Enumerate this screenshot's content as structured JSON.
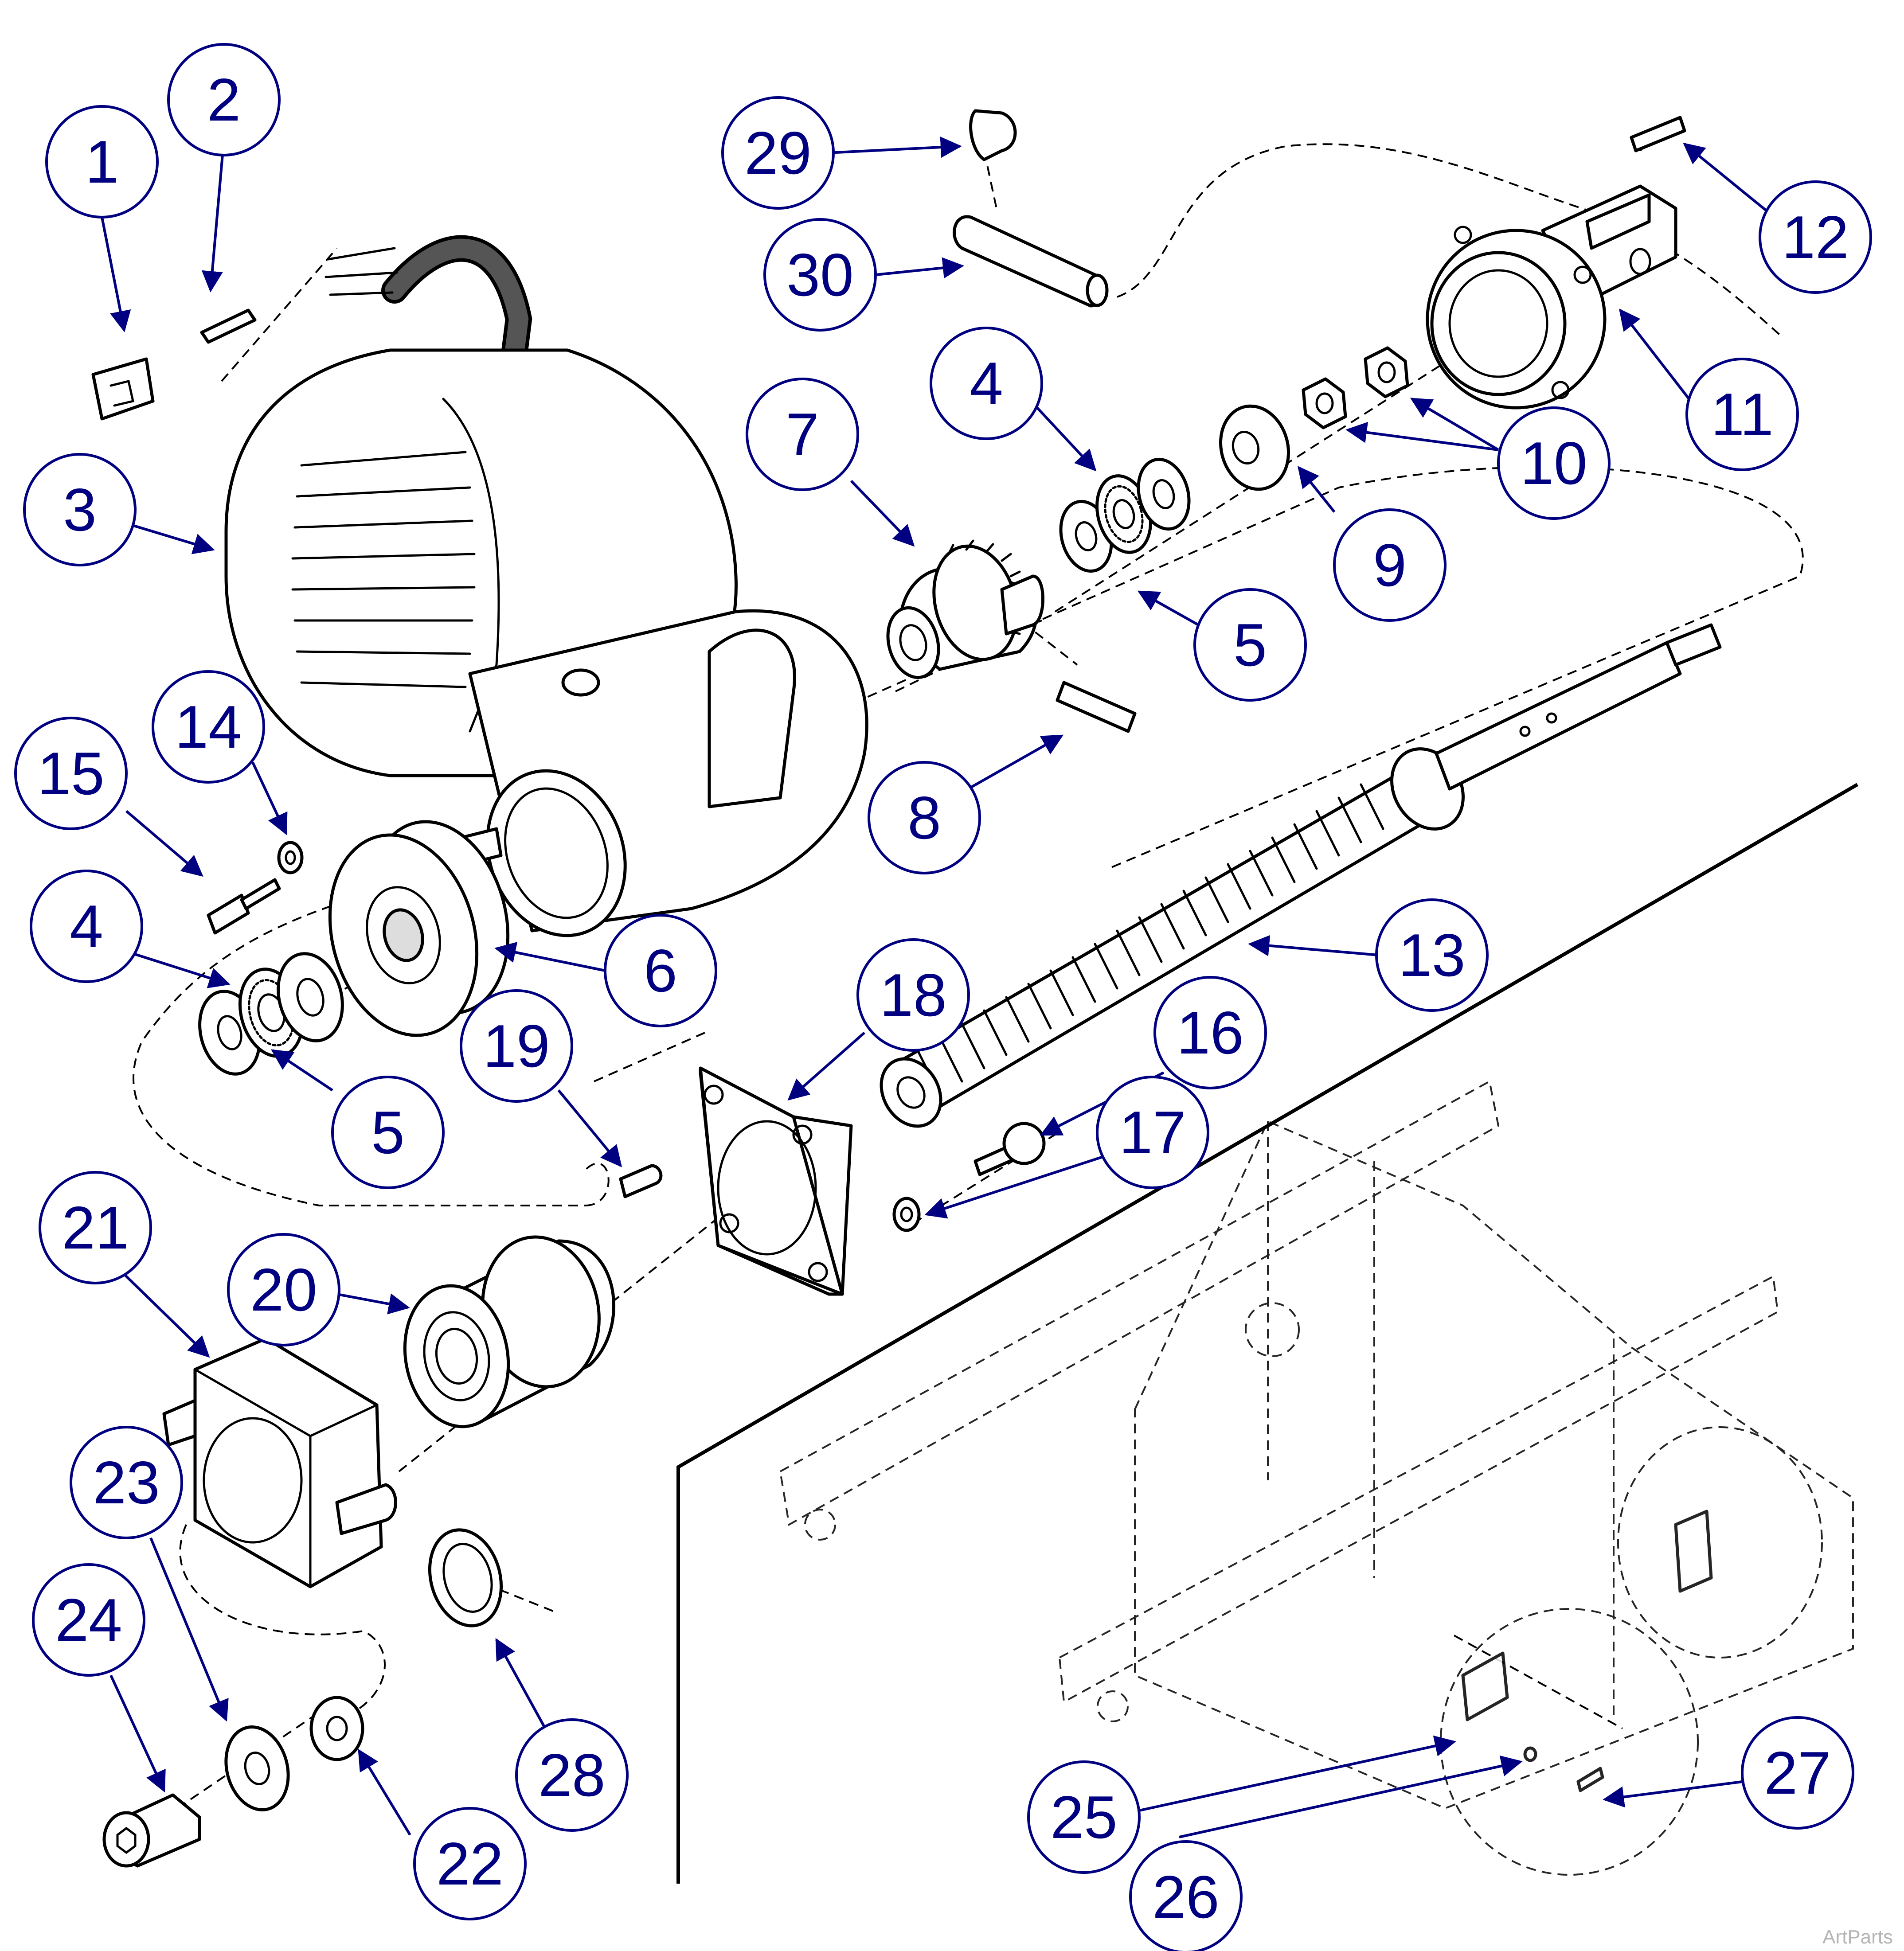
{
  "colors": {
    "callout": "#000080",
    "line": "#000000",
    "background": "#ffffff",
    "watermark": "#b5b5b5"
  },
  "watermark": "ArtParts",
  "callouts": [
    {
      "id": "1",
      "label": "1"
    },
    {
      "id": "2",
      "label": "2"
    },
    {
      "id": "3",
      "label": "3"
    },
    {
      "id": "4a",
      "label": "4"
    },
    {
      "id": "4b",
      "label": "4"
    },
    {
      "id": "5a",
      "label": "5"
    },
    {
      "id": "5b",
      "label": "5"
    },
    {
      "id": "6",
      "label": "6"
    },
    {
      "id": "7",
      "label": "7"
    },
    {
      "id": "8",
      "label": "8"
    },
    {
      "id": "9",
      "label": "9"
    },
    {
      "id": "10",
      "label": "10"
    },
    {
      "id": "11",
      "label": "11"
    },
    {
      "id": "12",
      "label": "12"
    },
    {
      "id": "13",
      "label": "13"
    },
    {
      "id": "14",
      "label": "14"
    },
    {
      "id": "15",
      "label": "15"
    },
    {
      "id": "16",
      "label": "16"
    },
    {
      "id": "17",
      "label": "17"
    },
    {
      "id": "18",
      "label": "18"
    },
    {
      "id": "19",
      "label": "19"
    },
    {
      "id": "20",
      "label": "20"
    },
    {
      "id": "21",
      "label": "21"
    },
    {
      "id": "22",
      "label": "22"
    },
    {
      "id": "23",
      "label": "23"
    },
    {
      "id": "24",
      "label": "24"
    },
    {
      "id": "25",
      "label": "25"
    },
    {
      "id": "26",
      "label": "26"
    },
    {
      "id": "27",
      "label": "27"
    },
    {
      "id": "28",
      "label": "28"
    },
    {
      "id": "29",
      "label": "29"
    },
    {
      "id": "30",
      "label": "30"
    }
  ]
}
